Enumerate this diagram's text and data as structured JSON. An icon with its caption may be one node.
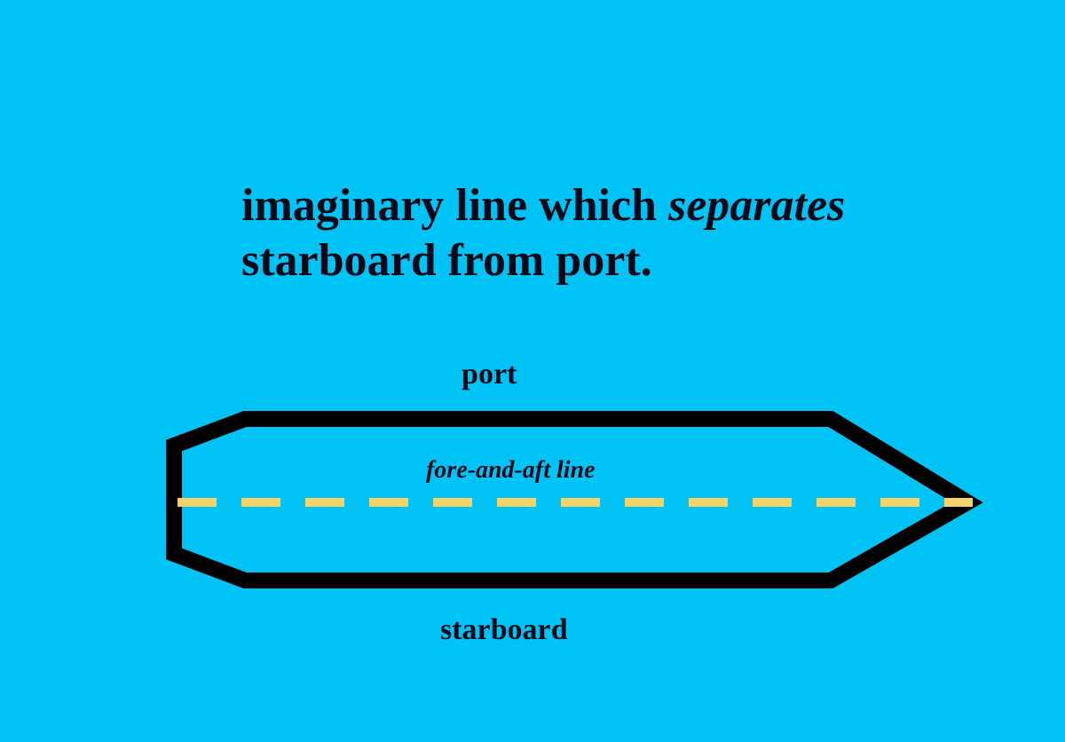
{
  "diagram": {
    "title": "imaginary line which *separates* starboard from port.",
    "labels": [
      "port",
      "fore-and-aft line",
      "starboard"
    ]
  }
}
